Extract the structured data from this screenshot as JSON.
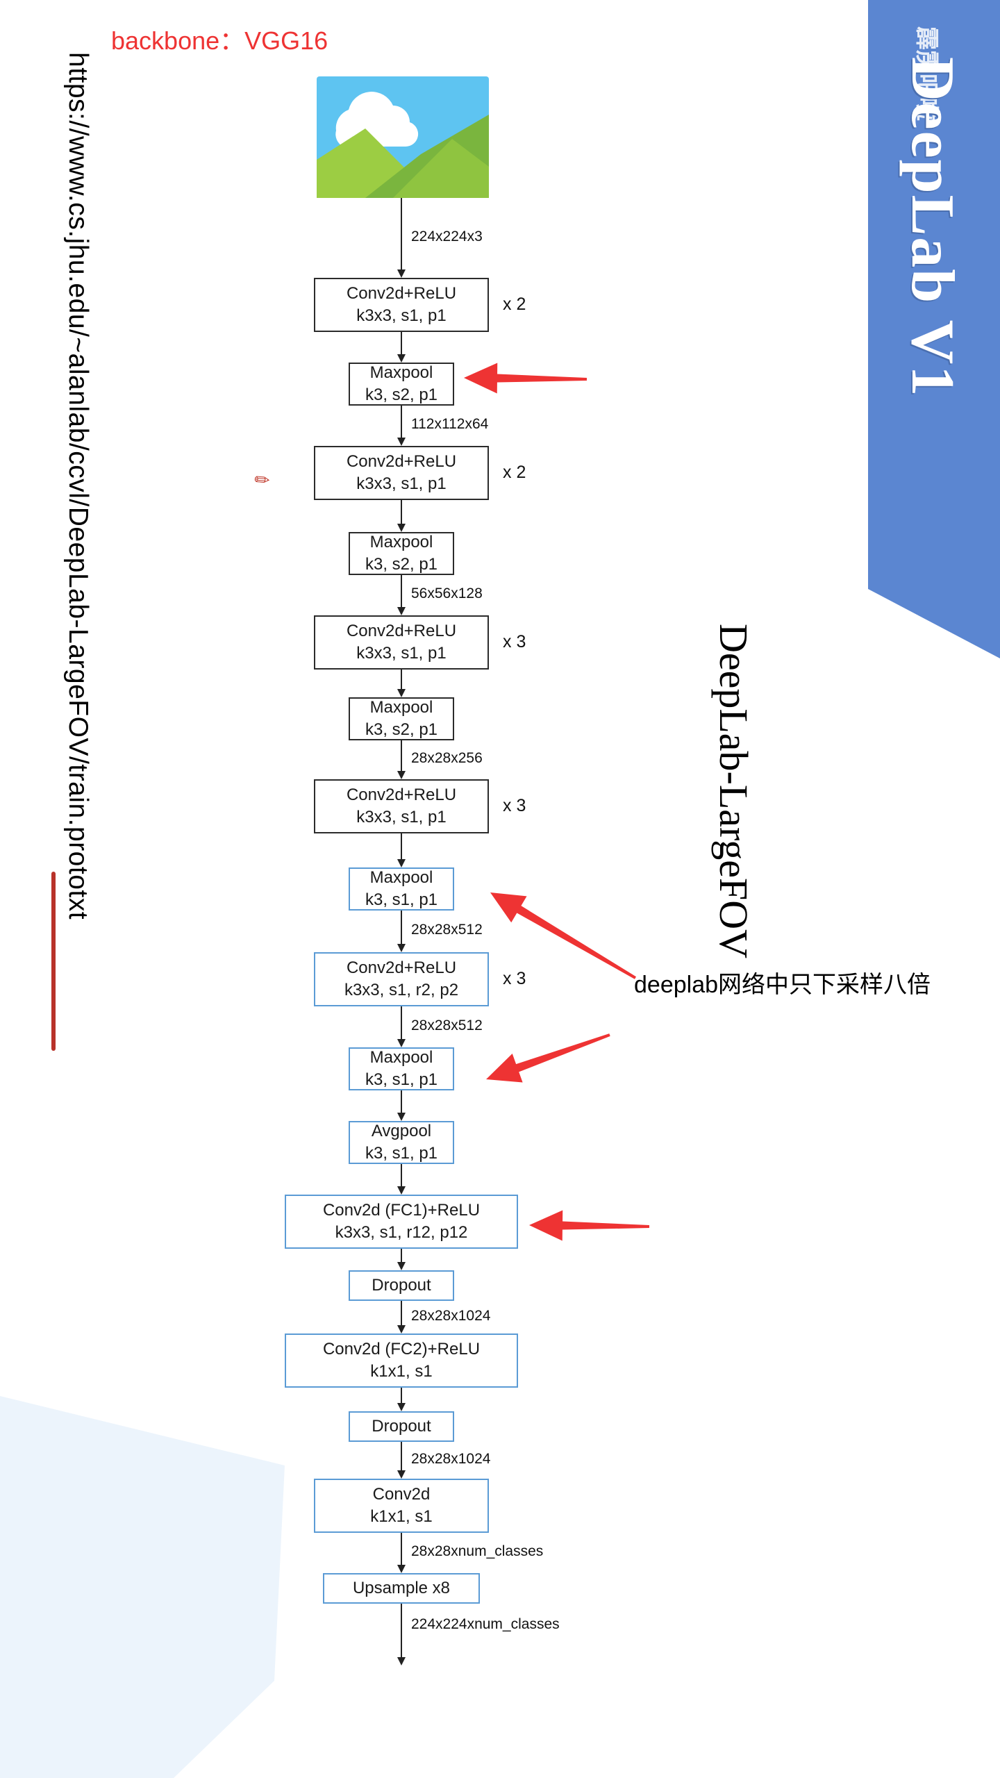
{
  "backbone_label": "backbone：VGG16",
  "url_text": "https://www.cs.jhu.edu/~alanlab/ccvl/DeepLab-LargeFOV/train.prototxt",
  "side_title": "DeepLab-LargeFOV",
  "annotation_note": "deeplab网络中只下采样八倍",
  "banner": {
    "title": "DeepLab V1",
    "small_text": "霹雳吧啦"
  },
  "colors": {
    "accent_red": "#ee3333",
    "banner_blue": "#5b86d1",
    "box_blue_border": "#5b9bd5",
    "box_dark_border": "#2b2b2b"
  },
  "diagram": {
    "input_icon": "image-icon",
    "layers": [
      {
        "line1": "Conv2d+ReLU",
        "line2": "k3x3, s1, p1",
        "repeat": "x 2",
        "dim_before": "224x224x3"
      },
      {
        "line1": "Maxpool",
        "line2": "k3, s2, p1",
        "arrow": true
      },
      {
        "line1": "Conv2d+ReLU",
        "line2": "k3x3, s1, p1",
        "repeat": "x 2",
        "dim_before": "112x112x64"
      },
      {
        "line1": "Maxpool",
        "line2": "k3, s2, p1"
      },
      {
        "line1": "Conv2d+ReLU",
        "line2": "k3x3, s1, p1",
        "repeat": "x 3",
        "dim_before": "56x56x128"
      },
      {
        "line1": "Maxpool",
        "line2": "k3, s2, p1"
      },
      {
        "line1": "Conv2d+ReLU",
        "line2": "k3x3, s1, p1",
        "repeat": "x 3",
        "dim_before": "28x28x256"
      },
      {
        "line1": "Maxpool",
        "line2": "k3, s1, p1",
        "arrow": true
      },
      {
        "line1": "Conv2d+ReLU",
        "line2": "k3x3, s1, r2, p2",
        "repeat": "x 3",
        "dim_before": "28x28x512"
      },
      {
        "line1": "Maxpool",
        "line2": "k3, s1, p1",
        "dim_before": "28x28x512",
        "arrow": true
      },
      {
        "line1": "Avgpool",
        "line2": "k3, s1, p1"
      },
      {
        "line1": "Conv2d (FC1)+ReLU",
        "line2": "k3x3, s1, r12, p12",
        "arrow": true
      },
      {
        "line1": "Dropout",
        "line2": ""
      },
      {
        "line1": "Conv2d (FC2)+ReLU",
        "line2": "k1x1, s1",
        "dim_before": "28x28x1024"
      },
      {
        "line1": "Dropout",
        "line2": ""
      },
      {
        "line1": "Conv2d",
        "line2": "k1x1, s1",
        "dim_before": "28x28x1024"
      },
      {
        "line1": "Upsample x8",
        "line2": "",
        "dim_before": "28x28xnum_classes"
      }
    ],
    "output_dim": "224x224xnum_classes"
  }
}
